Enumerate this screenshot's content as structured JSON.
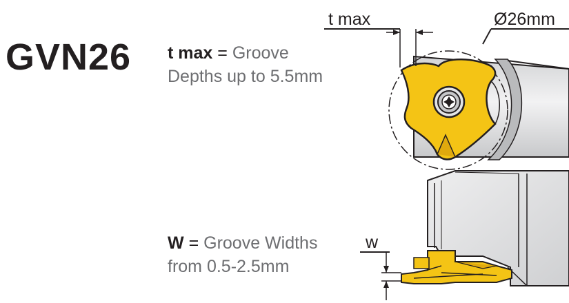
{
  "model": "GVN26",
  "depth_spec": {
    "symbol": "t max",
    "equals": "=",
    "line1": "Groove",
    "line2": "Depths up to 5.5mm"
  },
  "width_spec": {
    "symbol": "W",
    "equals": "=",
    "line1": "Groove Widths",
    "line2": "from 0.5-2.5mm"
  },
  "diagram": {
    "tmax_label": "t max",
    "diameter_label": "Ø26mm",
    "w_label": "w",
    "colors": {
      "insert": "#f4c415",
      "holder": "#e3e4e5",
      "outline": "#231f20",
      "text_grey": "#6d6e71"
    }
  }
}
